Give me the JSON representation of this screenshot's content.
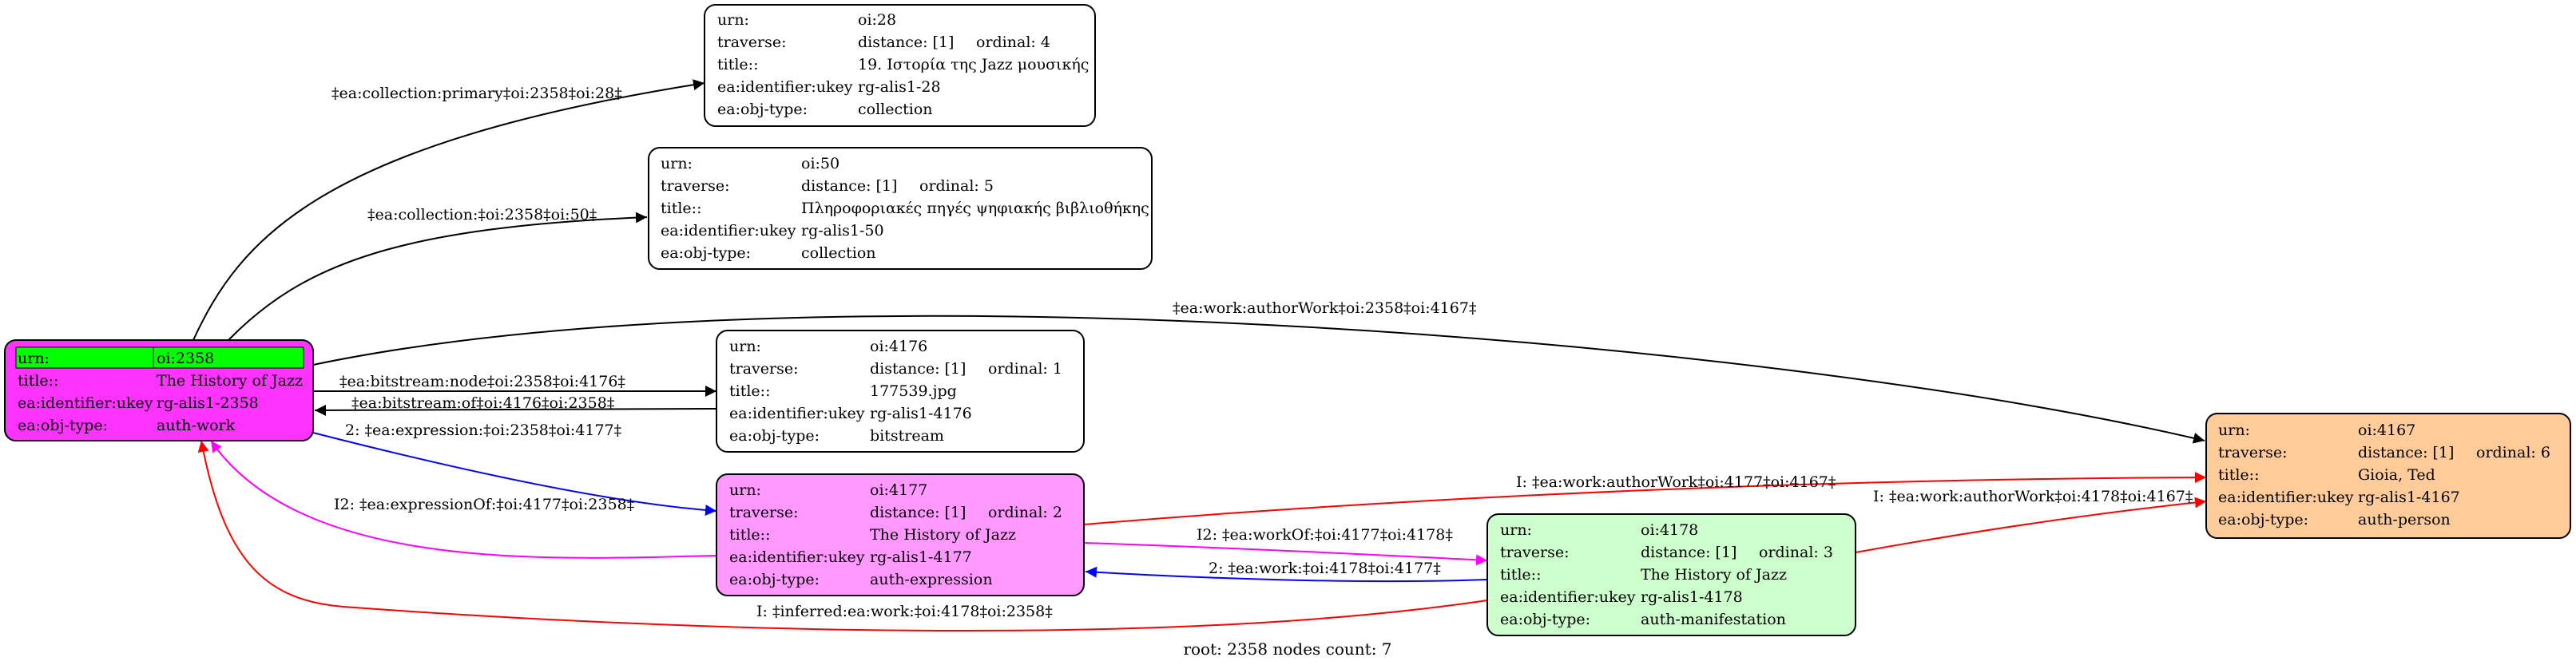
{
  "colors": {
    "root_fill": "#ff33ff",
    "root_header": "#00ff00",
    "expression_fill": "#ff99ff",
    "manifestation_fill": "#ccffcc",
    "person_fill": "#ffcc99",
    "plain_fill": "#ffffff",
    "edge_black": "#000000",
    "edge_blue": "#0000ff",
    "edge_magenta": "#ff00ff",
    "edge_red": "#ff0000"
  },
  "nodes": {
    "n28": {
      "rows": [
        [
          "urn:",
          "oi:28"
        ],
        [
          "traverse:",
          "distance: [1]",
          "ordinal: 4"
        ],
        [
          "title::",
          "19. Ιστορία της Jazz μουσικής"
        ],
        [
          "ea:identifier:ukey",
          "rg-alis1-28"
        ],
        [
          "ea:obj-type:",
          "collection"
        ]
      ]
    },
    "n50": {
      "rows": [
        [
          "urn:",
          "oi:50"
        ],
        [
          "traverse:",
          "distance: [1]",
          "ordinal: 5"
        ],
        [
          "title::",
          "Πληροφοριακές πηγές ψηφιακής βιβλιοθήκης"
        ],
        [
          "ea:identifier:ukey",
          "rg-alis1-50"
        ],
        [
          "ea:obj-type:",
          "collection"
        ]
      ]
    },
    "n2358": {
      "rows": [
        [
          "urn:",
          "oi:2358"
        ],
        [
          "title::",
          "The History of Jazz"
        ],
        [
          "ea:identifier:ukey",
          "rg-alis1-2358"
        ],
        [
          "ea:obj-type:",
          "auth-work"
        ]
      ]
    },
    "n4176": {
      "rows": [
        [
          "urn:",
          "oi:4176"
        ],
        [
          "traverse:",
          "distance: [1]",
          "ordinal: 1"
        ],
        [
          "title::",
          "177539.jpg"
        ],
        [
          "ea:identifier:ukey",
          "rg-alis1-4176"
        ],
        [
          "ea:obj-type:",
          "bitstream"
        ]
      ]
    },
    "n4177": {
      "rows": [
        [
          "urn:",
          "oi:4177"
        ],
        [
          "traverse:",
          "distance: [1]",
          "ordinal: 2"
        ],
        [
          "title::",
          "The History of Jazz"
        ],
        [
          "ea:identifier:ukey",
          "rg-alis1-4177"
        ],
        [
          "ea:obj-type:",
          "auth-expression"
        ]
      ]
    },
    "n4178": {
      "rows": [
        [
          "urn:",
          "oi:4178"
        ],
        [
          "traverse:",
          "distance: [1]",
          "ordinal: 3"
        ],
        [
          "title::",
          "The History of Jazz"
        ],
        [
          "ea:identifier:ukey",
          "rg-alis1-4178"
        ],
        [
          "ea:obj-type:",
          "auth-manifestation"
        ]
      ]
    },
    "n4167": {
      "rows": [
        [
          "urn:",
          "oi:4167"
        ],
        [
          "traverse:",
          "distance: [1]",
          "ordinal: 6"
        ],
        [
          "title::",
          "Gioia, Ted"
        ],
        [
          "ea:identifier:ukey",
          "rg-alis1-4167"
        ],
        [
          "ea:obj-type:",
          "auth-person"
        ]
      ]
    }
  },
  "edges": {
    "e_collection_primary": "‡ea:collection:primary‡oi:2358‡oi:28‡",
    "e_collection": "‡ea:collection:‡oi:2358‡oi:50‡",
    "e_author_work": "‡ea:work:authorWork‡oi:2358‡oi:4167‡",
    "e_bitstream_node": "‡ea:bitstream:node‡oi:2358‡oi:4176‡",
    "e_bitstream_of": "‡ea:bitstream:of‡oi:4176‡oi:2358‡",
    "e_expression": "2: ‡ea:expression:‡oi:2358‡oi:4177‡",
    "e_expression_of": "I2: ‡ea:expressionOf:‡oi:4177‡oi:2358‡",
    "e_author_work_4177": "I: ‡ea:work:authorWork‡oi:4177‡oi:4167‡",
    "e_work_of": "I2: ‡ea:workOf:‡oi:4177‡oi:4178‡",
    "e_author_work_4178": "I: ‡ea:work:authorWork‡oi:4178‡oi:4167‡",
    "e_work": "2: ‡ea:work:‡oi:4178‡oi:4177‡",
    "e_inferred_work": "I: ‡inferred:ea:work:‡oi:4178‡oi:2358‡"
  },
  "footer": "root: 2358 nodes count: 7"
}
